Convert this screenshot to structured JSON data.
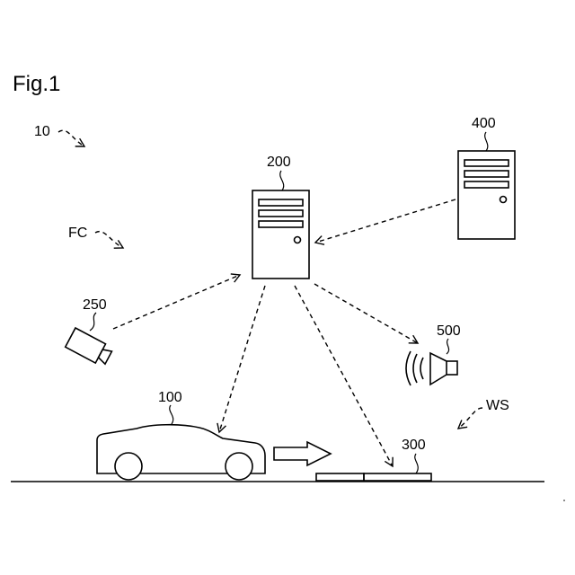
{
  "figure_title": "Fig.1",
  "labels": {
    "system": "10",
    "factory": "FC",
    "workspace": "WS",
    "vehicle": "100",
    "server": "200",
    "camera": "250",
    "mat": "300",
    "external_server": "400",
    "speaker": "500"
  },
  "icons": {
    "server": "server-tower-icon",
    "external_server": "server-tower-icon",
    "camera": "camera-icon",
    "speaker": "speaker-icon",
    "vehicle": "car-icon",
    "direction": "right-arrow-icon"
  }
}
